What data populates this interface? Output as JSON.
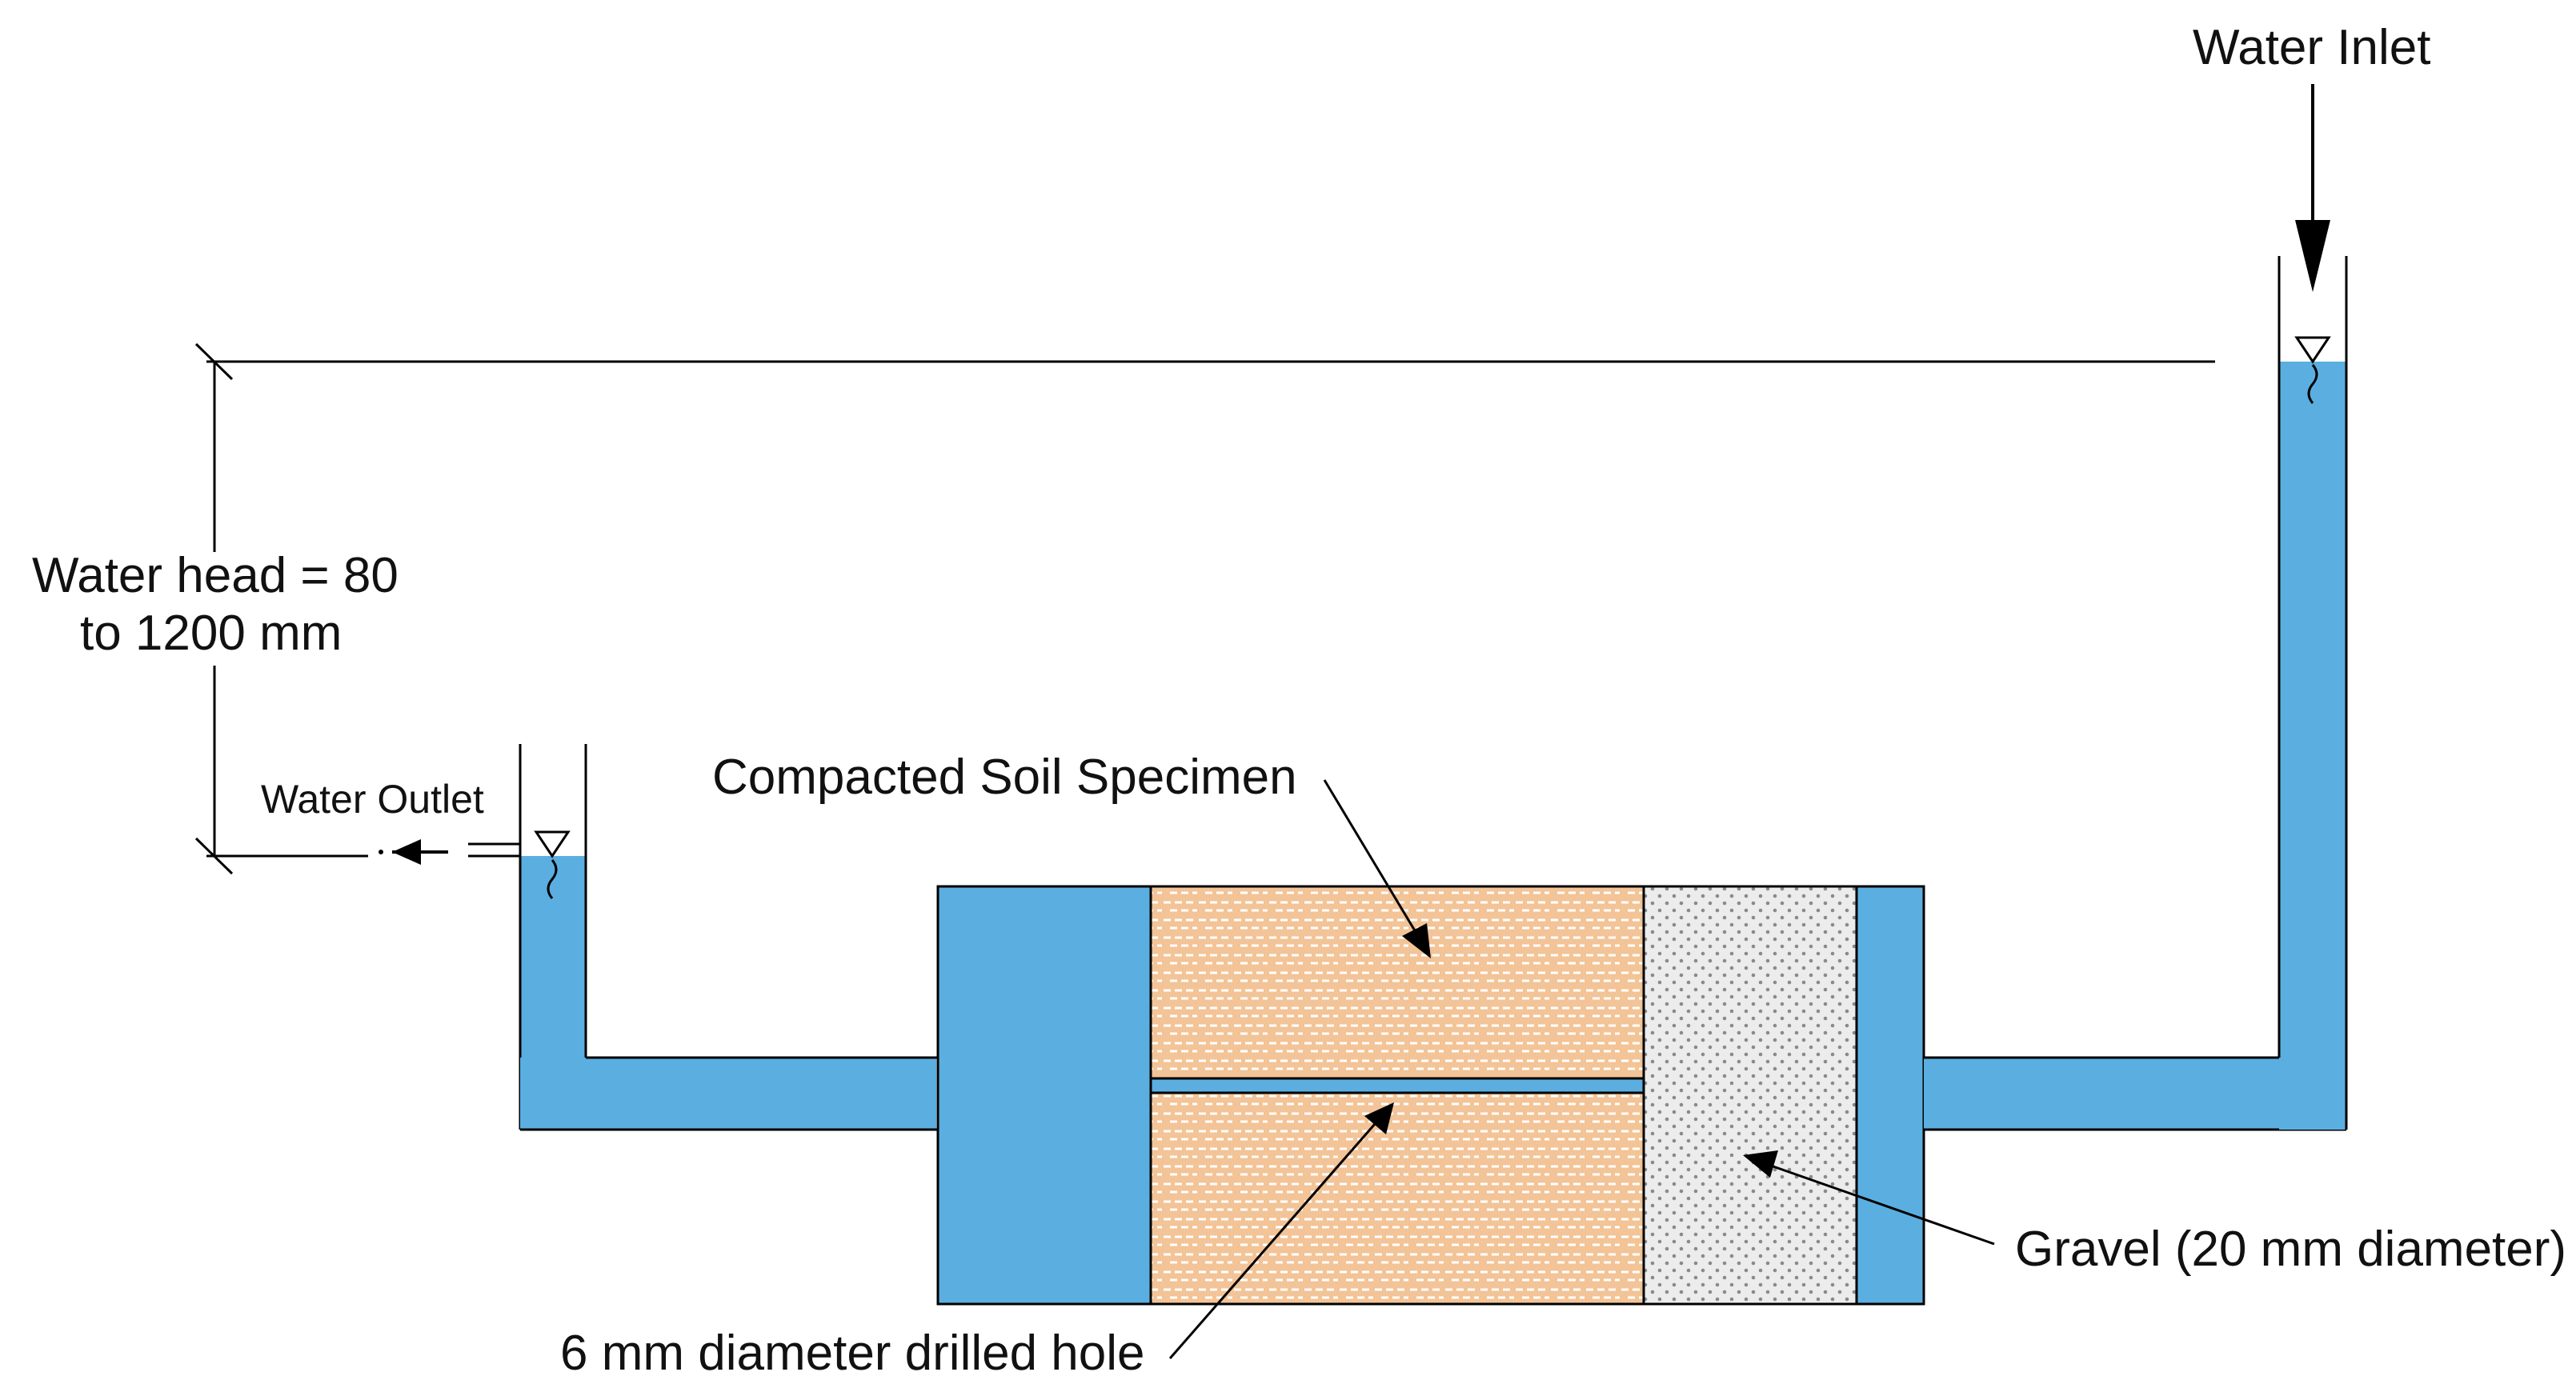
{
  "labels": {
    "water_inlet": "Water Inlet",
    "water_outlet": "Water Outlet",
    "water_head_line1": "Water head = 80",
    "water_head_line2": "to 1200 mm",
    "soil_specimen": "Compacted Soil Specimen",
    "drilled_hole": "6 mm diameter drilled hole",
    "gravel": "Gravel (20 mm diameter)"
  },
  "colors": {
    "water": "#5baee0",
    "soil": "#f3c497",
    "soil_stripe": "#ffffff",
    "gravel_bg": "#ececec",
    "gravel_dot": "#8a8a8a",
    "outline": "#000000"
  },
  "icons": {
    "water_surface": "inverted-triangle-water-level-icon",
    "flow_arrow": "arrow-icon"
  }
}
